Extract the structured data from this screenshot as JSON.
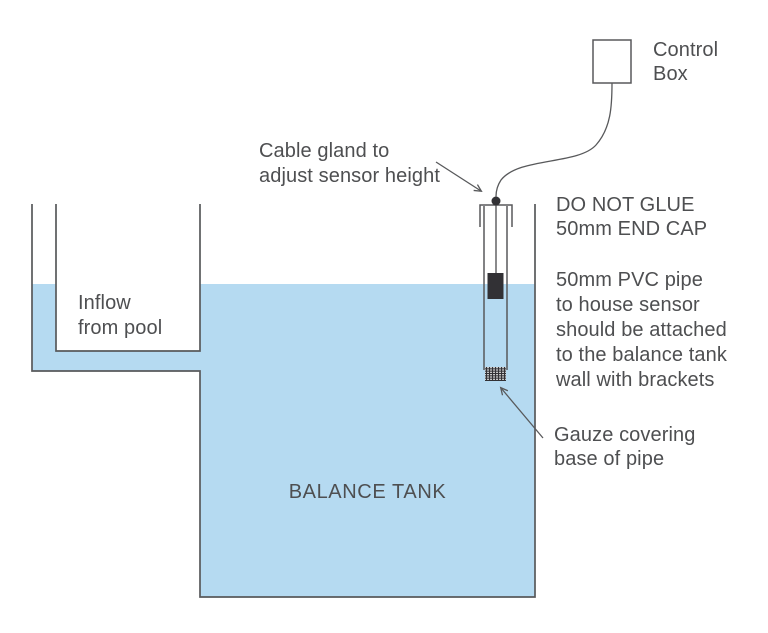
{
  "labels": {
    "control_box": "Control\nBox",
    "cable_gland": "Cable gland to\nadjust sensor height",
    "end_cap_warning": "DO NOT GLUE\n50mm END CAP",
    "pvc_pipe_note": "50mm PVC pipe\nto house sensor\nshould be attached\nto the balance tank\nwall with brackets",
    "gauze": "Gauze covering\nbase of pipe",
    "inflow": "Inflow\nfrom pool",
    "tank": "BALANCE TANK"
  },
  "colors": {
    "water": "#b5daf1",
    "line": "#58595b",
    "text": "#4e4f51",
    "dark": "#323135",
    "bg": "#ffffff"
  }
}
